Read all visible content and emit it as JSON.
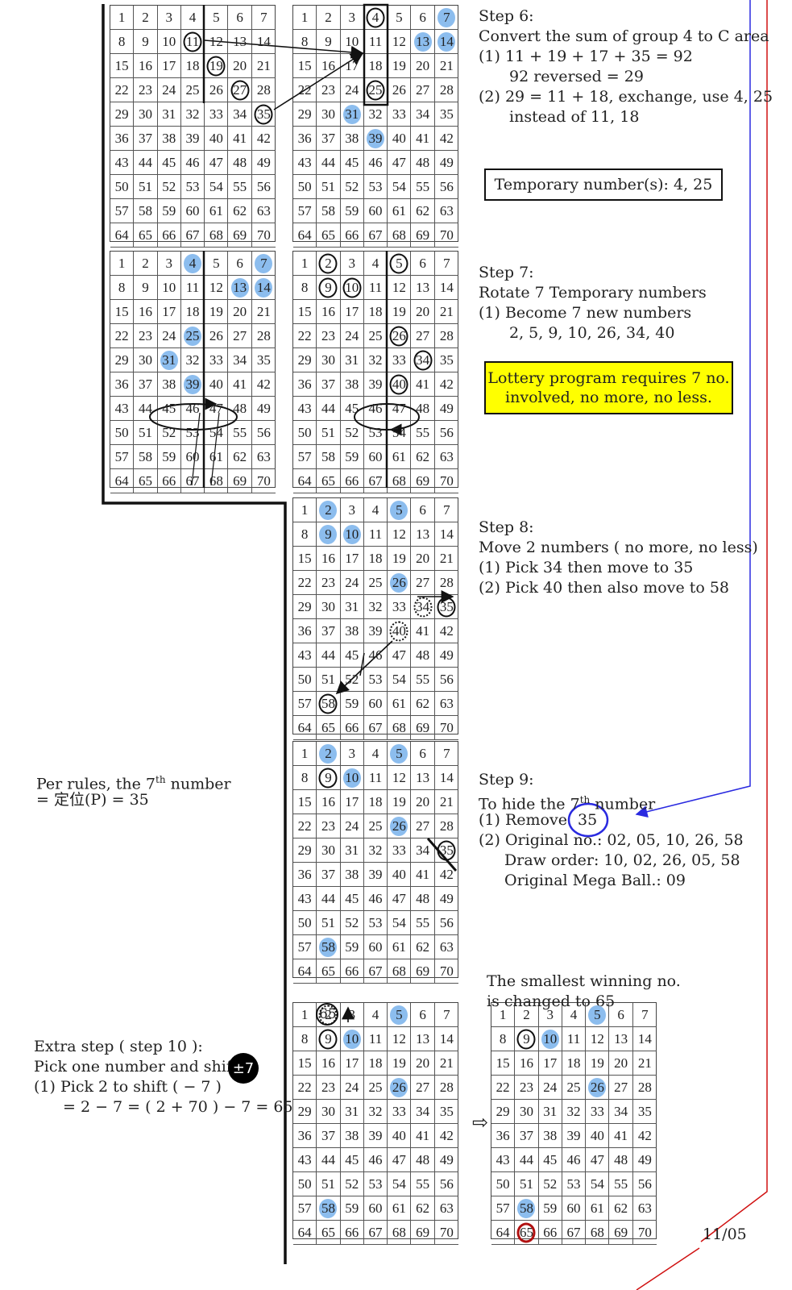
{
  "grids": [
    {
      "id": "g1",
      "blue": [],
      "ring": [
        11,
        19,
        27,
        35
      ],
      "dotted": [],
      "red": []
    },
    {
      "id": "g2",
      "blue": [
        7,
        13,
        14,
        31,
        39
      ],
      "ring": [
        4,
        25
      ],
      "dotted": [],
      "red": []
    },
    {
      "id": "g3",
      "blue": [
        4,
        7,
        13,
        14,
        25,
        31,
        39
      ],
      "ring": [],
      "dotted": [],
      "red": []
    },
    {
      "id": "g4",
      "blue": [],
      "ring": [
        2,
        5,
        9,
        10,
        26,
        34,
        40
      ],
      "dotted": [],
      "red": []
    },
    {
      "id": "g5",
      "blue": [
        2,
        5,
        9,
        10,
        26
      ],
      "ring": [
        35,
        58
      ],
      "dotted": [
        34,
        40
      ],
      "red": []
    },
    {
      "id": "g6",
      "blue": [
        2,
        5,
        10,
        26,
        58
      ],
      "ring": [
        9,
        35
      ],
      "dotted": [],
      "red": []
    },
    {
      "id": "g7",
      "blue": [
        5,
        10,
        26,
        58
      ],
      "ring": [
        9
      ],
      "dotted": [
        2
      ],
      "red": []
    },
    {
      "id": "g8",
      "blue": [
        5,
        10,
        26,
        58
      ],
      "ring": [
        9
      ],
      "dotted": [],
      "red": [
        65
      ]
    }
  ],
  "step6": {
    "title": "Step 6:",
    "line1": "Convert the sum of group 4 to C area",
    "line2": "(1) 11 + 19 + 17 + 35 = 92",
    "line3": "92 reversed = 29",
    "line4": "(2) 29 = 11 + 18, exchange, use 4, 25",
    "line5": "instead of 11, 18",
    "temp": "Temporary number(s):  4, 25"
  },
  "step7": {
    "title": "Step 7:",
    "line1": "Rotate 7 Temporary numbers",
    "line2": "(1)  Become 7 new numbers",
    "line3": "2, 5, 9, 10, 26, 34, 40",
    "note1": "Lottery program requires 7 no.",
    "note2": "involved, no more, no less."
  },
  "step8": {
    "title": "Step 8:",
    "line1": "Move 2 numbers ( no more, no less)",
    "line2": "(1)  Pick 34 then move to 35",
    "line3": "(2)  Pick 40 then also move to 58"
  },
  "step9": {
    "title": "Step 9:",
    "line1a": "To hide the 7",
    "line1sup": "th",
    "line1b": " number",
    "line2a": "(1)  Remove",
    "removed": "35",
    "line3": "(2) Original no.: 02, 05, 10, 26, 58",
    "line4": "Draw order: 10, 02, 26, 05, 58",
    "line5": "Original Mega Ball.:  09"
  },
  "perRules": {
    "line1a": "Per rules, the 7",
    "line1sup": "th",
    "line1b": "  number",
    "line2": "= 定位(P) =  35"
  },
  "step10": {
    "line1": "Extra step ( step 10 ):",
    "line2": "Pick one number and shift",
    "badge": "±7",
    "line3": "(1) Pick 2 to shift ( − 7 )",
    "line4": "= 2 − 7 = ( 2 + 70 ) − 7 = 65"
  },
  "smallest": {
    "line1": "The smallest winning no.",
    "line2": "is changed to 65"
  },
  "label65": "65",
  "arrowRight": "⇨",
  "pageNumber": "11/05"
}
